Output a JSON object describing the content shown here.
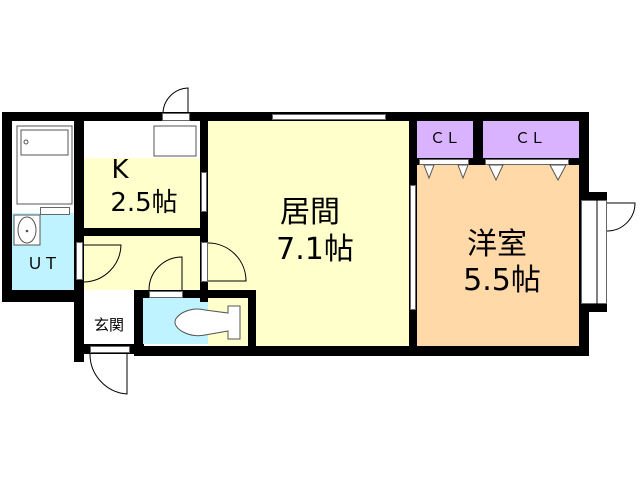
{
  "floor_plan": {
    "colors": {
      "wall": "#000000",
      "living": "#ffffcc",
      "kitchen": "#ffffcc",
      "western_room": "#ffd9a8",
      "closet": "#d9b3ff",
      "wet_area": "#bff3ff",
      "entrance": "#ffffff"
    },
    "rooms": {
      "kitchen": {
        "name": "K",
        "size": "2.5帖"
      },
      "living": {
        "name": "居間",
        "size": "7.1帖"
      },
      "western": {
        "name": "洋室",
        "size": "5.5帖"
      },
      "closet_1": {
        "name": "ＣＬ"
      },
      "closet_2": {
        "name": "ＣＬ"
      },
      "unit_bath_toilet": {
        "name": "ＵＴ"
      },
      "entrance": {
        "name": "玄関"
      }
    }
  }
}
